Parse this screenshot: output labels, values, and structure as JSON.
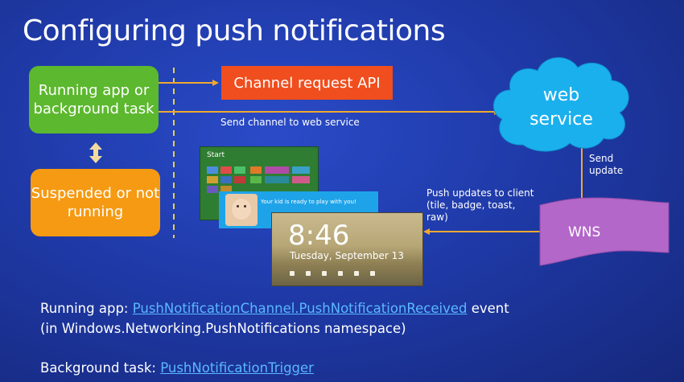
{
  "title": "Configuring push notifications",
  "running_box": "Running app or background task",
  "suspended_box": "Suspended or not running",
  "channel_request": "Channel request API",
  "web_service": "web service",
  "wns": "WNS",
  "labels": {
    "send_channel": "Send channel to web service",
    "send_update": "Send update",
    "push_updates": "Push updates to client (tile, badge, toast, raw)"
  },
  "start_screen_label": "Start",
  "toast_text": "Your kid is ready to play with you!",
  "lock_time": "8:46",
  "lock_date": "Tuesday, September 13",
  "bottom": {
    "line1_prefix": "Running app: ",
    "line1_link": "PushNotificationChannel.PushNotificationReceived",
    "line1_suffix": " event",
    "line2": "(in Windows.Networking.PushNotifications  namespace)",
    "line3_prefix": "Background task: ",
    "line3_link": "PushNotificationTrigger"
  },
  "colors": {
    "green": "#5cb82e",
    "orange": "#f59a12",
    "channel": "#f04e1e",
    "cloud": "#1ab0ee",
    "wns": "#b367c9",
    "arrow": "#f0a830"
  }
}
